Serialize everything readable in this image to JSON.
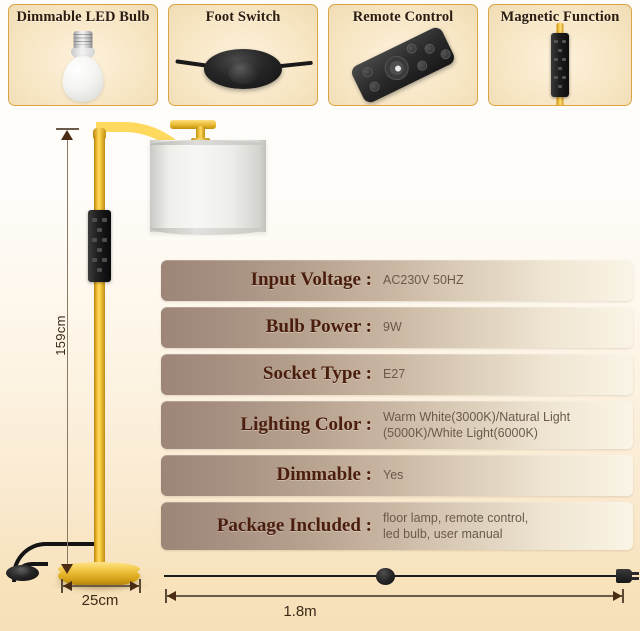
{
  "feature_cards": [
    {
      "title": "Dimmable LED Bulb",
      "icon": "led-bulb-icon"
    },
    {
      "title": "Foot Switch",
      "icon": "foot-switch-icon"
    },
    {
      "title": "Remote Control",
      "icon": "remote-control-icon"
    },
    {
      "title": "Magnetic Function",
      "icon": "magnetic-panel-icon"
    }
  ],
  "measurements": {
    "height": "159cm",
    "base_width": "25cm",
    "cord_length": "1.8m"
  },
  "product": {
    "pole_color": "#f2c63c",
    "shade_color": "#f0f0ed",
    "panel_color": "#151515"
  },
  "spec_table": {
    "rows": [
      {
        "label": "Input Voltage :",
        "value": "AC230V 50HZ"
      },
      {
        "label": "Bulb Power :",
        "value": "9W"
      },
      {
        "label": "Socket Type :",
        "value": "E27"
      },
      {
        "label": "Lighting Color :",
        "value": "Warm White(3000K)/Natural Light\n(5000K)/White Light(6000K)"
      },
      {
        "label": "Dimmable :",
        "value": "Yes"
      },
      {
        "label": "Package Included :",
        "value": "floor lamp, remote control,\nled bulb, user manual"
      }
    ]
  },
  "theme": {
    "background_top": "#fffdfa",
    "background_bottom": "#f7e2bc",
    "card_border": "#d9a441",
    "row_dark": "#9d8678",
    "row_light": "#f9f4e6",
    "label_text": "#4a1d0d",
    "value_text": "#6b5a4c"
  }
}
